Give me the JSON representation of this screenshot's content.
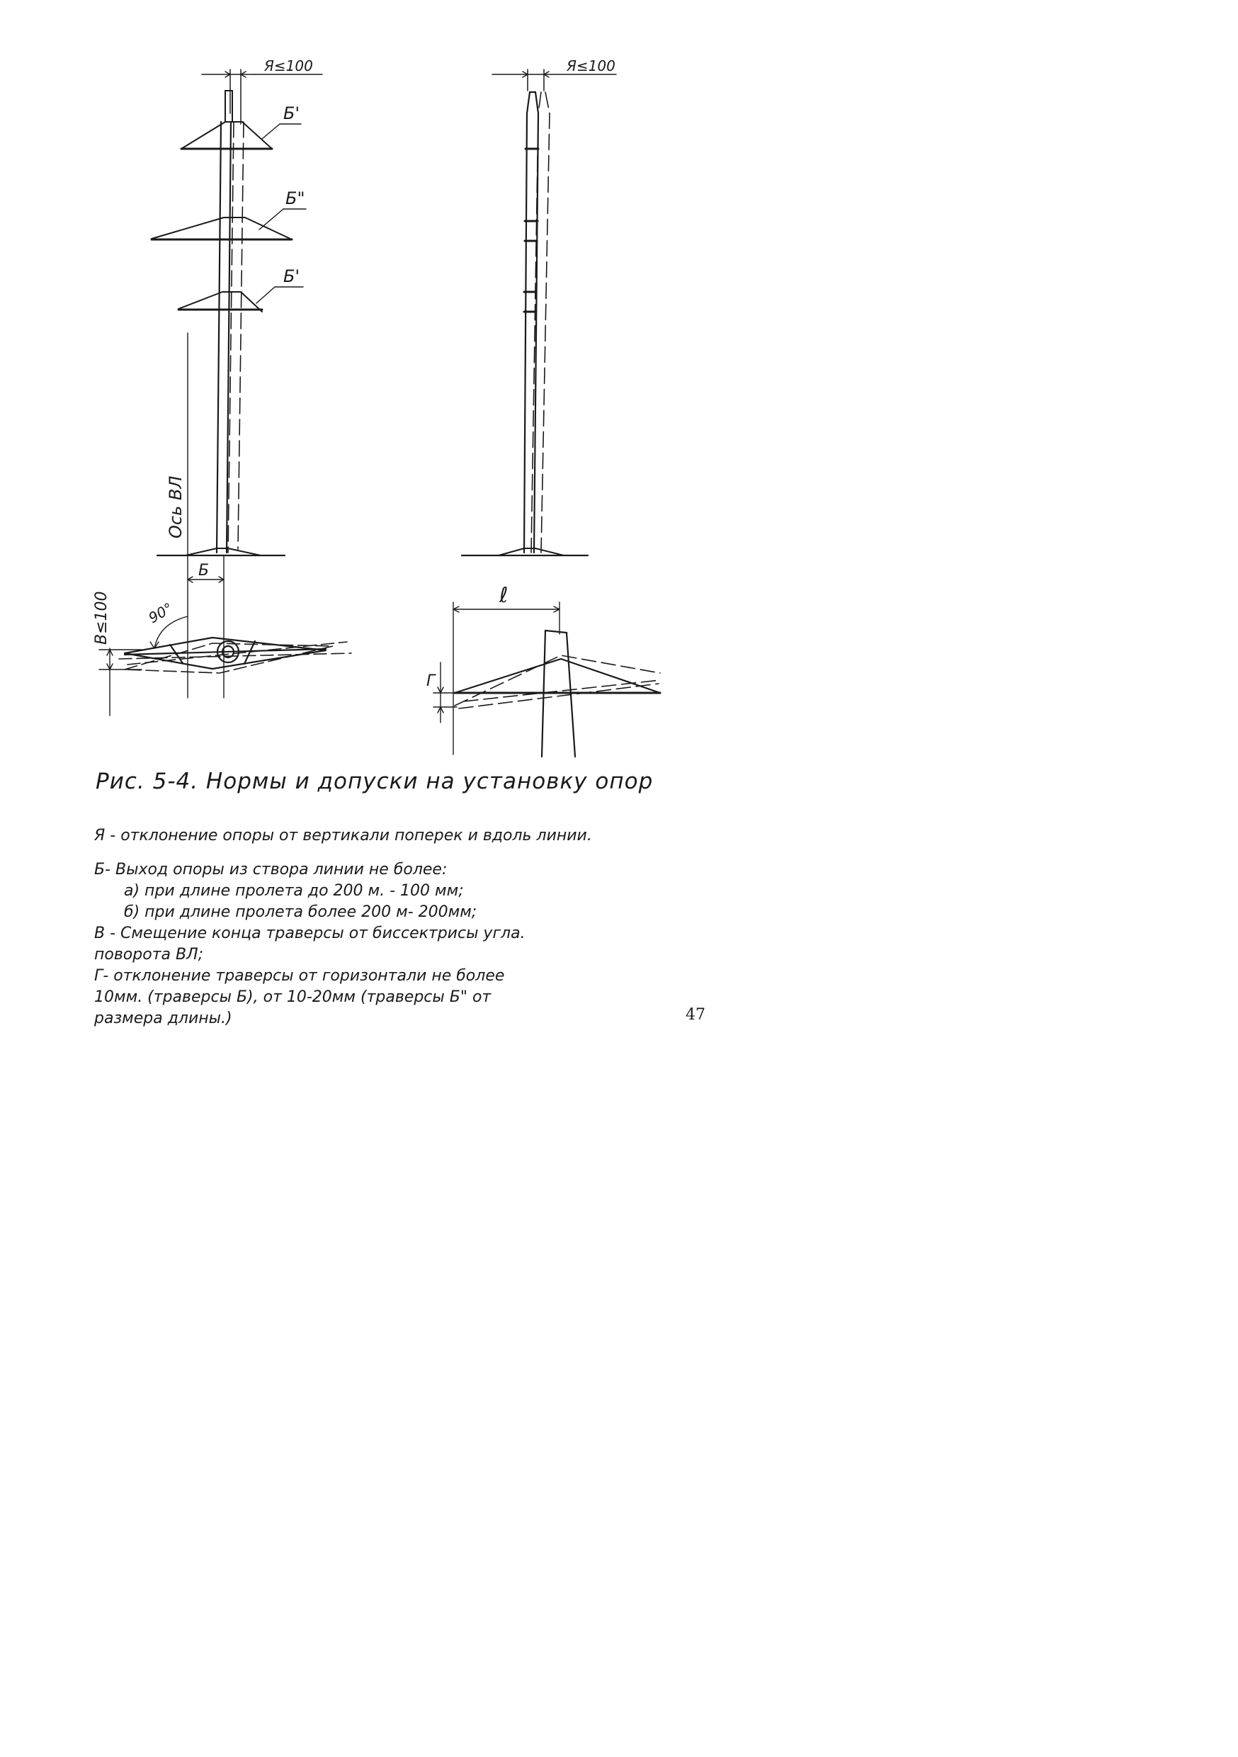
{
  "labels": {
    "dim_a_left": "Я≤100",
    "dim_a_right": "Я≤100",
    "crossarm_top": "Б'",
    "crossarm_middle": "Б\"",
    "crossarm_bottom": "Б'",
    "line_axis": "Ось ВЛ",
    "dim_b": "Б",
    "dim_v": "В≤100",
    "angle": "90°",
    "dim_l": "ℓ",
    "dim_g": "Г"
  },
  "caption": "Рис. 5-4. Нормы и допуски на установку опор",
  "notes": [
    "Я - отклонение опоры от вертикали поперек и вдоль линии.",
    "Б- Выход опоры из створа линии не более:",
    "а) при длине пролета до 200 м. - 100 мм;",
    "б) при длине пролета более 200 м- 200мм;",
    "В - Смещение конца траверсы от биссектрисы угла.",
    "поворота ВЛ;",
    "Г- отклонение траверсы от горизонтали не более",
    "10мм. (траверсы Б), от 10-20мм (траверсы Б\" от",
    "размера длины.)"
  ],
  "page_number": "47",
  "colors": {
    "ink": "#1a1a1a",
    "paper": "#ffffff"
  }
}
